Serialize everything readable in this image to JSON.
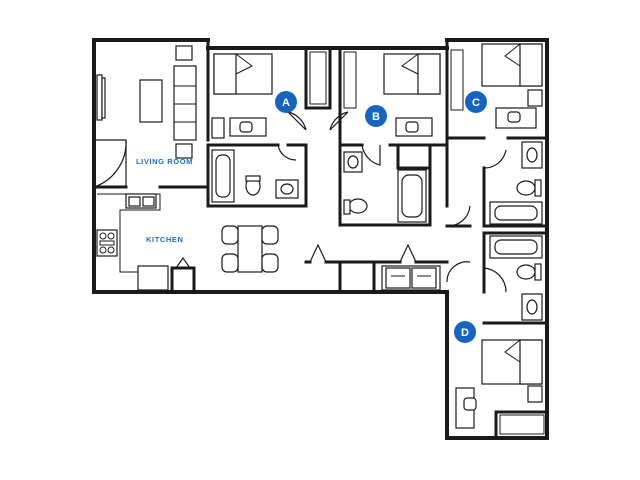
{
  "rooms": {
    "living_room": "LIVING ROOM",
    "kitchen": "KITCHEN"
  },
  "bedrooms": [
    "A",
    "B",
    "C",
    "D"
  ],
  "colors": {
    "accent": "#1565c0",
    "label": "#1f6fb5",
    "walls": "#1a1a1a"
  }
}
